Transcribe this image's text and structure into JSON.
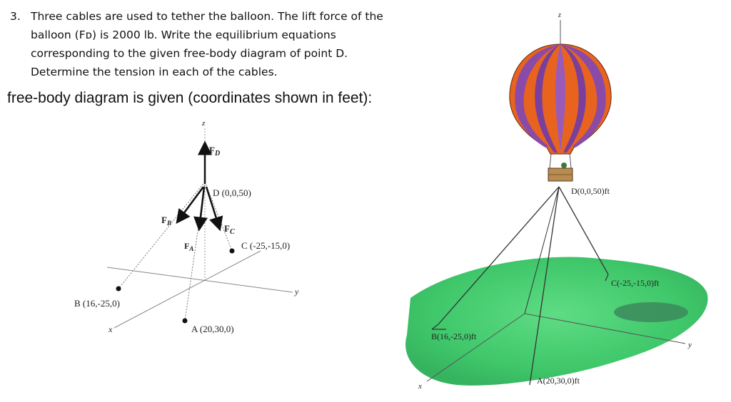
{
  "problem": {
    "number": "3.",
    "lines": [
      "Three cables are used to tether the balloon. The lift force of the",
      "balloon (Fᴅ) is 2000 lb. Write the equilibrium equations",
      "corresponding to the given free-body diagram of point D.",
      "Determine the tension in each of the cables."
    ]
  },
  "subheading": "free-body diagram is given (coordinates shown in feet):",
  "fbd": {
    "z_axis": "z",
    "y_axis": "y",
    "x_axis": "x",
    "force_D": "F",
    "force_D_sub": "D",
    "force_B": "F",
    "force_B_sub": "B",
    "force_C": "F",
    "force_C_sub": "C",
    "force_A": "F",
    "force_A_sub": "A",
    "point_D": "D (0,0,50)",
    "point_C": "C (-25,-15,0)",
    "point_B": "B (16,-25,0)",
    "point_A": "A (20,30,0)"
  },
  "balloon": {
    "z_axis": "z",
    "y_axis": "y",
    "x_axis": "x",
    "point_D": "D(0,0,50)ft",
    "point_C": "C(-25,-15,0)ft",
    "point_B": "B(16,-25,0)ft",
    "point_A": "A(20,30,0)ft"
  },
  "colors": {
    "balloon_orange": "#e8641e",
    "balloon_purple": "#7a3f9a",
    "grass_green": "#3fc76a",
    "shadow": "#3c8a5c"
  }
}
